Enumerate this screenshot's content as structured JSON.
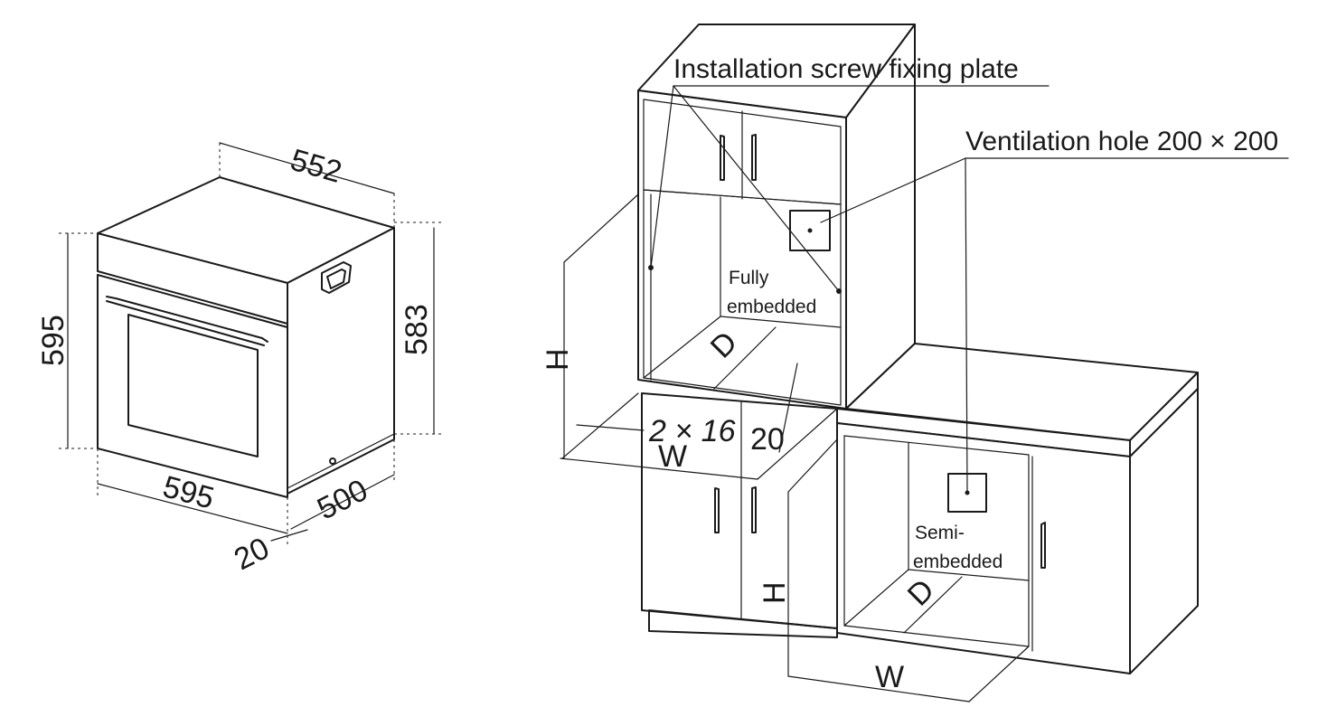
{
  "oven": {
    "dim_top_width": "552",
    "dim_height_left": "595",
    "dim_height_right": "583",
    "dim_front_width": "595",
    "dim_depth": "500",
    "dim_door": "20"
  },
  "cabinet": {
    "label_screw_plate": "Installation screw fixing plate",
    "label_vent_hole": "Ventilation hole 200 × 200",
    "label_fully_1": "Fully",
    "label_fully_2": "embedded",
    "label_semi_1": "Semi-",
    "label_semi_2": "embedded",
    "dim_H": "H",
    "dim_D": "D",
    "dim_W": "W",
    "dim_screws": "2 × 16",
    "dim_gap": "20"
  }
}
